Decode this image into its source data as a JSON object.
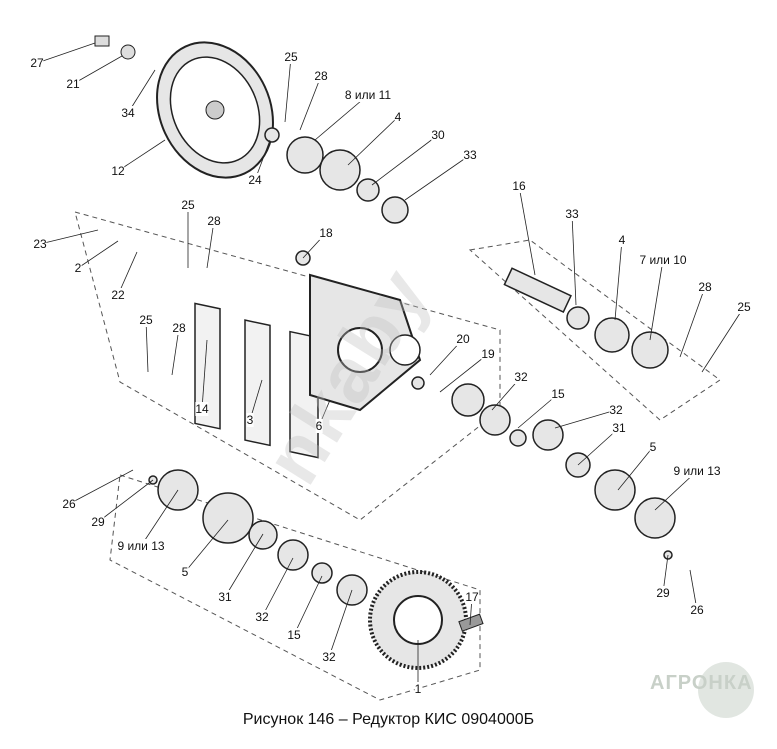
{
  "labels": [
    "27",
    "21",
    "34",
    "12",
    "25",
    "28",
    "8 или 11",
    "4",
    "30",
    "33",
    "24",
    "16",
    "23",
    "2",
    "22",
    "25",
    "28",
    "18",
    "33",
    "4",
    "7 или 10",
    "28",
    "25",
    "25",
    "28",
    "20",
    "19",
    "14",
    "3",
    "6",
    "32",
    "15",
    "32",
    "31",
    "5",
    "9 или 13",
    "26",
    "29",
    "9 или 13",
    "5",
    "31",
    "32",
    "15",
    "32",
    "17",
    "1",
    "29",
    "26"
  ],
  "caption": "Рисунок 146 – Редуктор КИС 0904000Б",
  "watermark": "nkaby",
  "logo": "АГРОНКА",
  "colors": {
    "line": "#222222",
    "part_fill": "#e6e6e6",
    "watermark": "#bebebe"
  }
}
